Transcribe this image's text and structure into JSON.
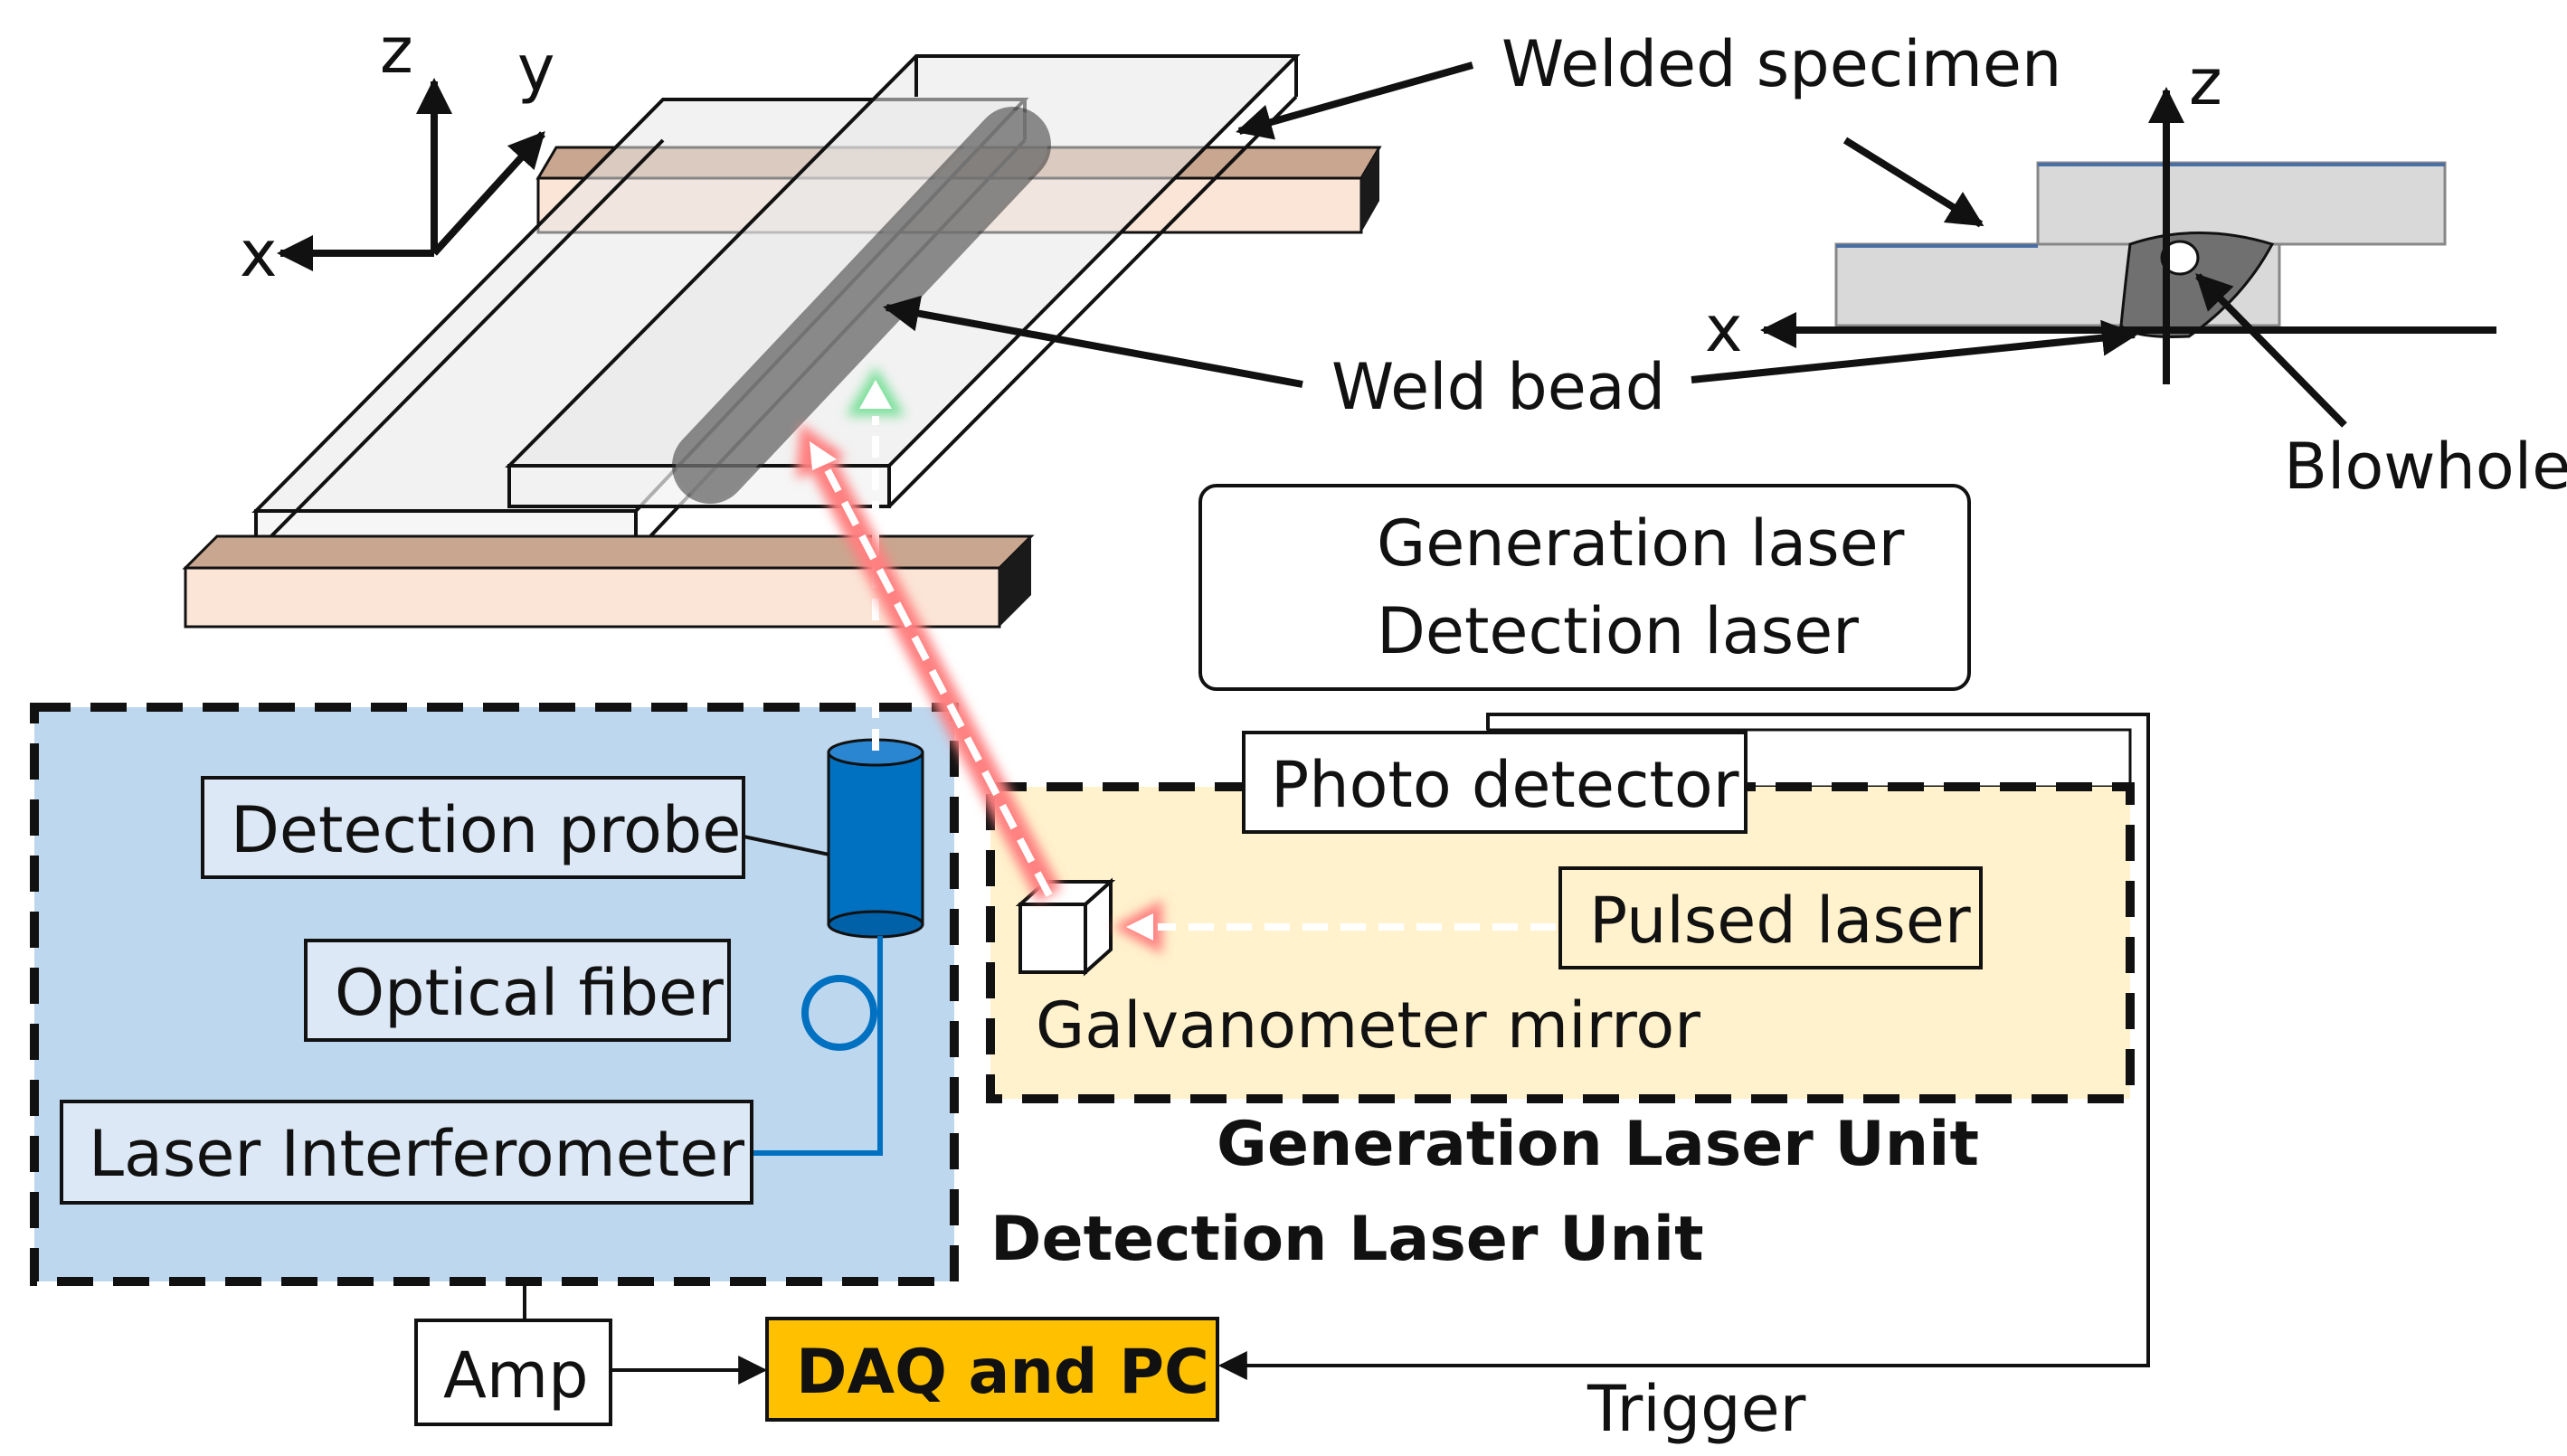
{
  "axes_main": {
    "z": "z",
    "y": "y",
    "x": "x"
  },
  "axes_cross": {
    "z": "z",
    "x": "x"
  },
  "labels": {
    "welded_specimen": "Welded specimen",
    "weld_bead": "Weld bead",
    "blowhole": "Blowhole",
    "detection_probe": "Detection probe",
    "optical_fiber": "Optical fiber",
    "laser_interferometer": "Laser Interferometer",
    "photo_detector": "Photo detector",
    "pulsed_laser": "Pulsed laser",
    "galvanometer_mirror": "Galvanometer mirror",
    "generation_laser_unit": "Generation Laser Unit",
    "detection_laser_unit": "Detection Laser Unit",
    "amp": "Amp",
    "daq_pc": "DAQ and PC",
    "trigger": "Trigger"
  },
  "legend": {
    "items": [
      {
        "label": "Generation laser",
        "color": "#ff5a5a"
      },
      {
        "label": "Detection laser",
        "color": "#3fcf6f"
      }
    ]
  },
  "colors": {
    "detection_unit_fill": "#bdd7ee",
    "generation_unit_fill": "#fff2cc",
    "daq_fill": "#ffc000",
    "clamp_fill": "#fbe5d6",
    "clamp_top": "#c9a68f",
    "probe_fill": "#0070c0",
    "fiber": "#0070c0"
  }
}
